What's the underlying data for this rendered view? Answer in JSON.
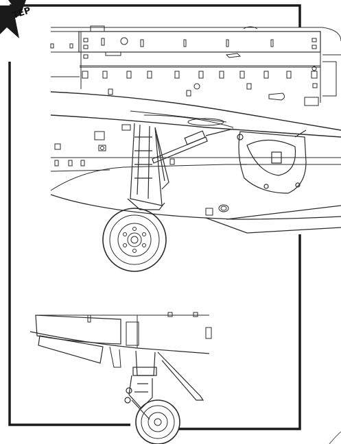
{
  "badge": {
    "text": "TEP"
  },
  "colors": {
    "line": "#2a2a2a",
    "frame": "#1a1a1a",
    "paper": "#ffffff",
    "light_fill": "#f4f4f4"
  },
  "scene": {
    "upper_view": "main-landing-gear-side-view",
    "lower_view": "tail-wheel-side-view"
  }
}
